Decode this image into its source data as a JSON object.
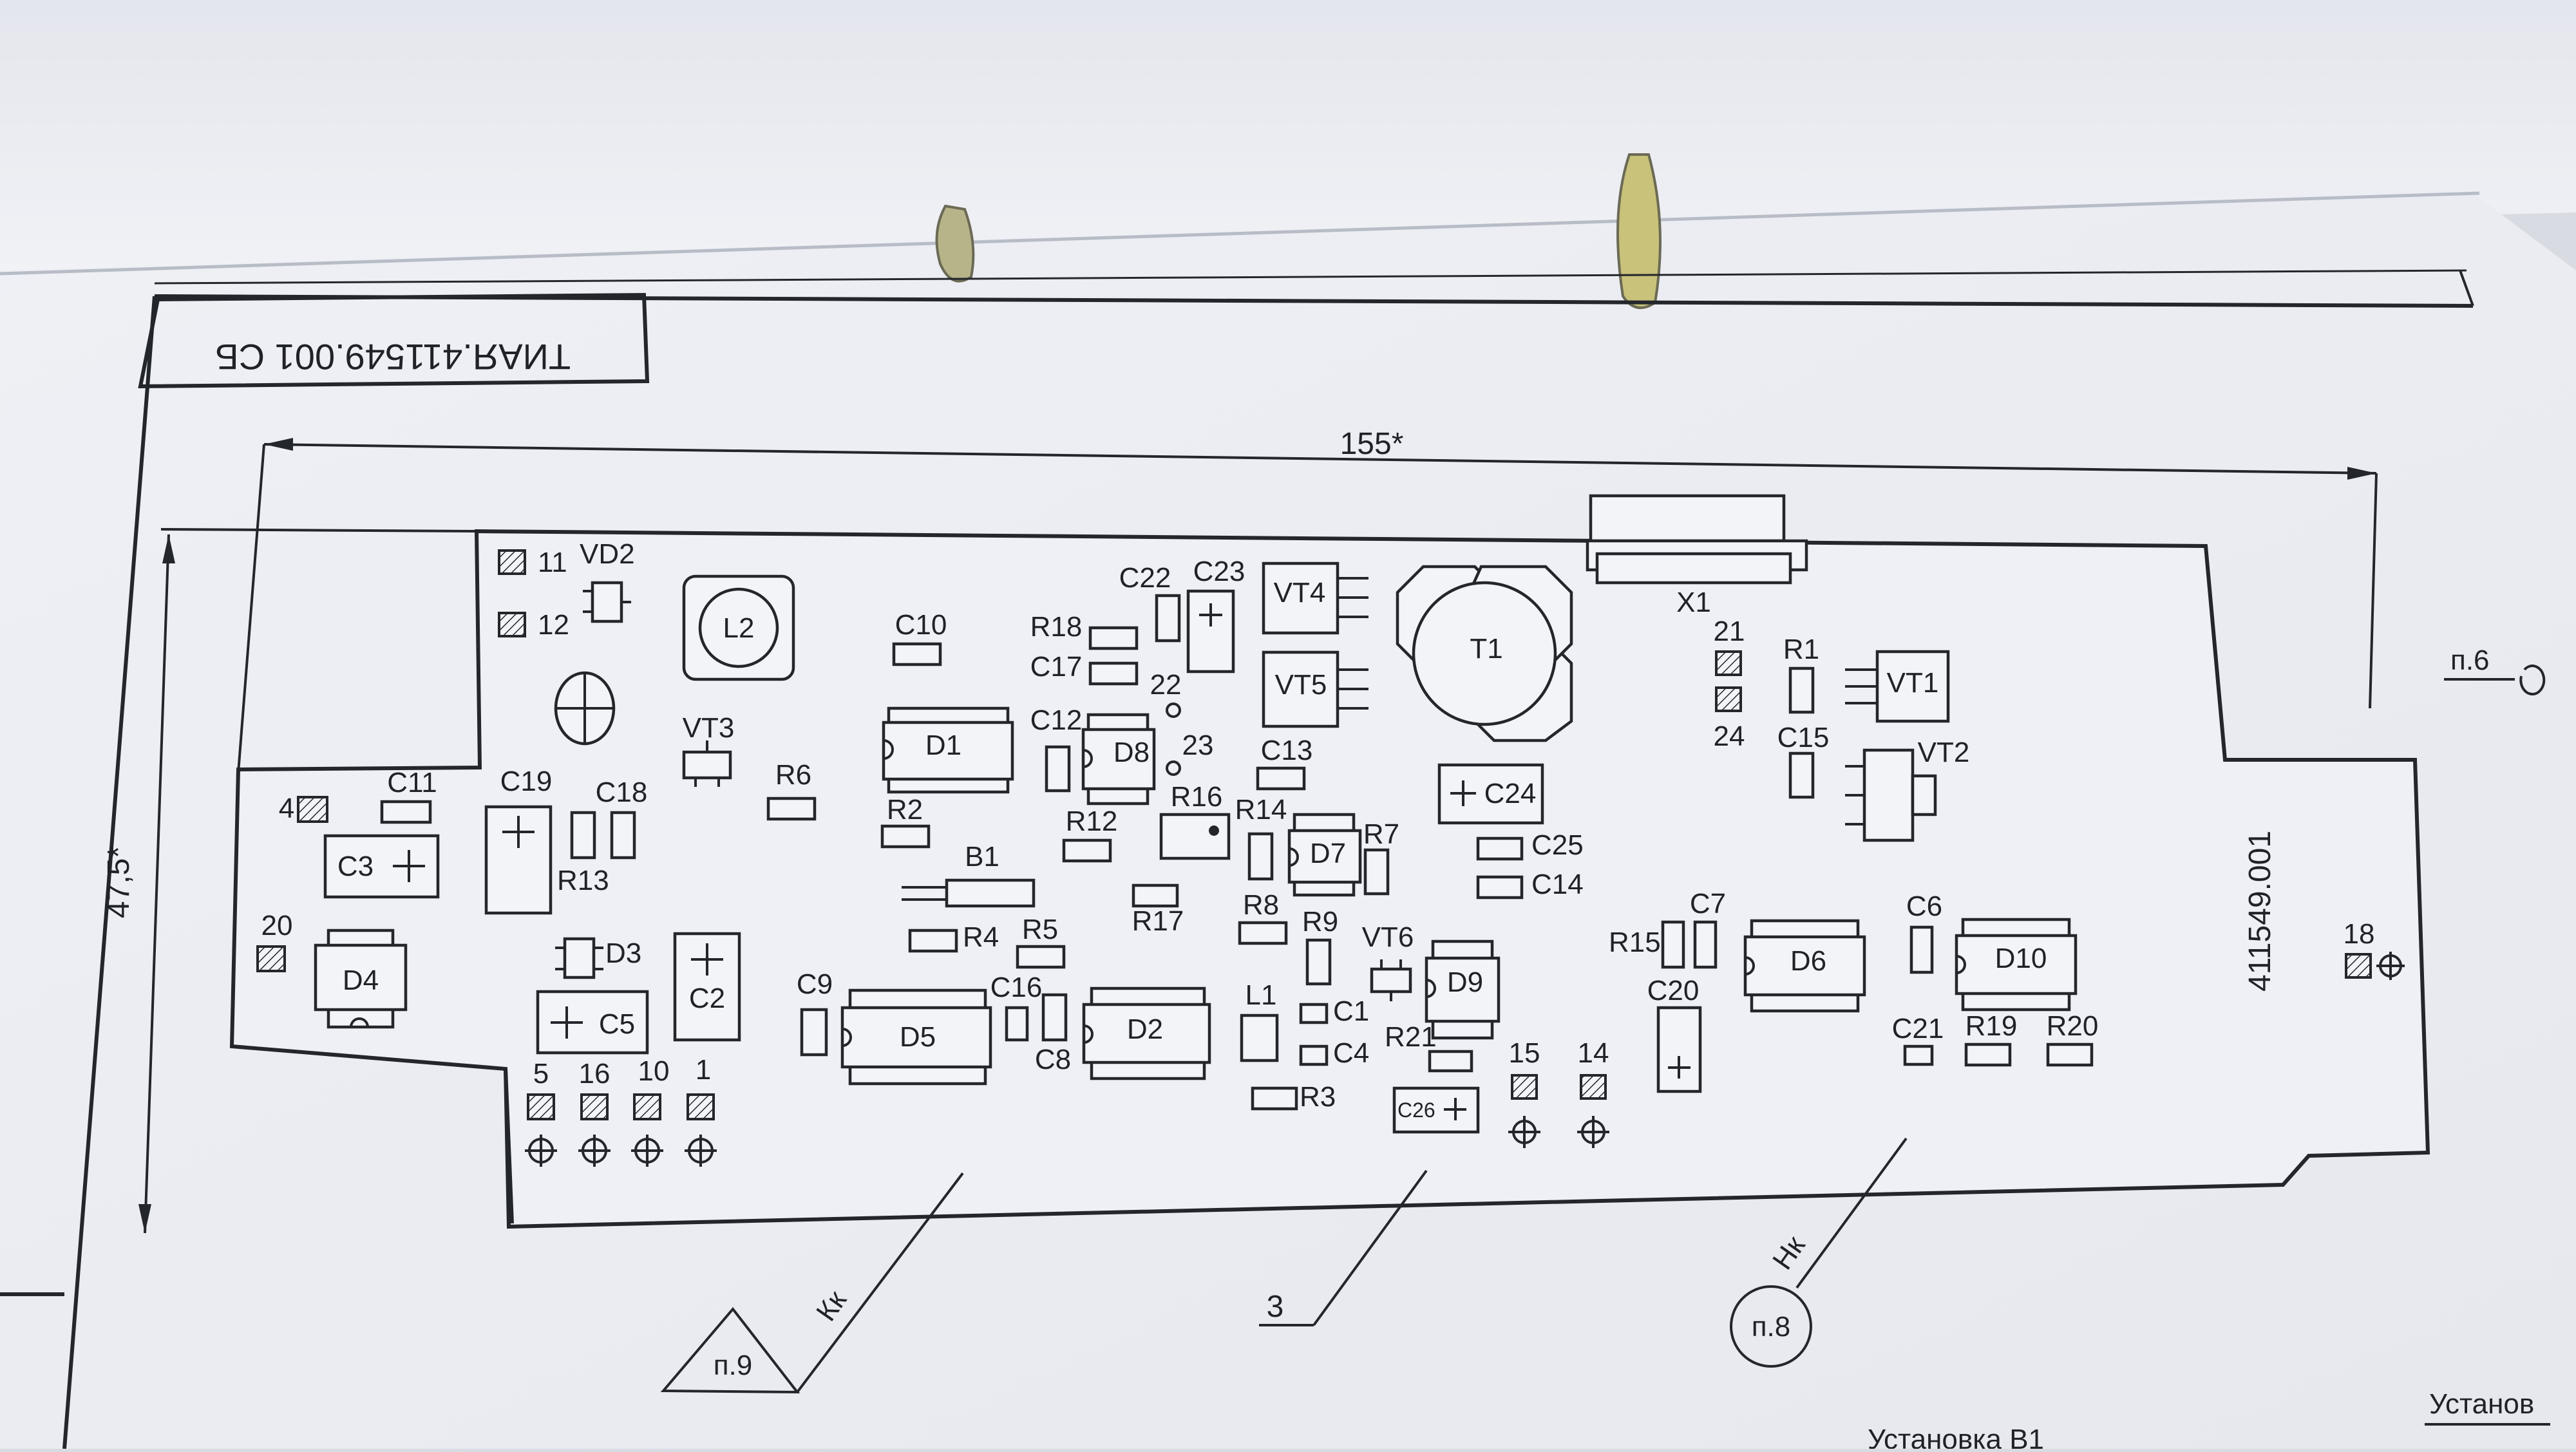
{
  "document": {
    "title_block": "ТИАЯ.411549.001 СБ",
    "side_number": "411549.001",
    "page_ref": "п.6",
    "dim_width": "155*",
    "dim_height": "47,5*",
    "bottom_right_word": "Установ",
    "bottom_text_fragment": "Установка В1"
  },
  "callouts": {
    "triangle_label": "п.9",
    "triangle_leader": "Кк",
    "number_label": "3",
    "circle_label": "п.8",
    "circle_leader": "Нк"
  },
  "components": {
    "VD2": "VD2",
    "L2": "L2",
    "C10": "C10",
    "C22": "C22",
    "C23": "C23",
    "VT4": "VT4",
    "VT5": "VT5",
    "T1": "T1",
    "X1": "X1",
    "R1": "R1",
    "VT1": "VT1",
    "VT2": "VT2",
    "C15": "C15",
    "R18": "R18",
    "C17": "C17",
    "D1": "D1",
    "C12": "C12",
    "D8": "D8",
    "VT3": "VT3",
    "R6": "R6",
    "C11": "C11",
    "C19": "C19",
    "C18": "C18",
    "C3": "C3",
    "R13": "R13",
    "R2": "R2",
    "R12": "R12",
    "R16": "R16",
    "R14": "R14",
    "C13": "C13",
    "D7": "D7",
    "R7": "R7",
    "C24": "C24",
    "C25": "C25",
    "C14": "C14",
    "B1": "B1",
    "R17": "R17",
    "R4": "R4",
    "R5": "R5",
    "R8": "R8",
    "R9": "R9",
    "VT6": "VT6",
    "D4": "D4",
    "D3": "D3",
    "C2": "C2",
    "C5": "C5",
    "C9": "C9",
    "D5": "D5",
    "C16": "C16",
    "C8": "C8",
    "D2": "D2",
    "L1": "L1",
    "C1": "C1",
    "C4": "C4",
    "R3": "R3",
    "D9": "D9",
    "R21": "R21",
    "C26": "C26",
    "R15": "R15",
    "C7": "C7",
    "D6": "D6",
    "C6": "C6",
    "D10": "D10",
    "C20": "C20",
    "C21": "C21",
    "R19": "R19",
    "R20": "R20"
  },
  "pins": {
    "p11": "11",
    "p12": "12",
    "p4": "4",
    "p20": "20",
    "p5": "5",
    "p16": "16",
    "p10": "10",
    "p1": "1",
    "p15": "15",
    "p14": "14",
    "p21": "21",
    "p24": "24",
    "p22": "22",
    "p23": "23",
    "p18": "18"
  }
}
